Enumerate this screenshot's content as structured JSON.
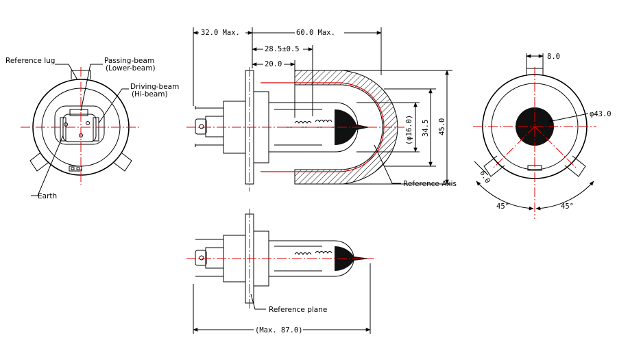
{
  "labels": {
    "reference_lug": "Reference lug",
    "passing_beam": "Passing-beam",
    "passing_beam_sub": "(Lower-beam)",
    "driving_beam": "Driving-beam",
    "driving_beam_sub": "(Hi-beam)",
    "earth": "Earth",
    "reference_axis": "Reference Axis",
    "reference_plane": "Reference plane"
  },
  "dimensions": {
    "d_32": "32.0 Max.",
    "d_60": "60.0 Max.",
    "d_28_5": "28.5±0.5",
    "d_20": "20.0",
    "d_16": "(φ16.0)",
    "d_34_5": "34.5",
    "d_45": "45.0",
    "d_8": "8.0",
    "d_43": "φ43.0",
    "d_6": "6.0",
    "angle_left": "45°",
    "angle_right": "45°",
    "d_87": "(Max. 87.0)"
  },
  "colors": {
    "centerline": "#e00000",
    "line": "#000000",
    "filament_dark": "#111111"
  }
}
